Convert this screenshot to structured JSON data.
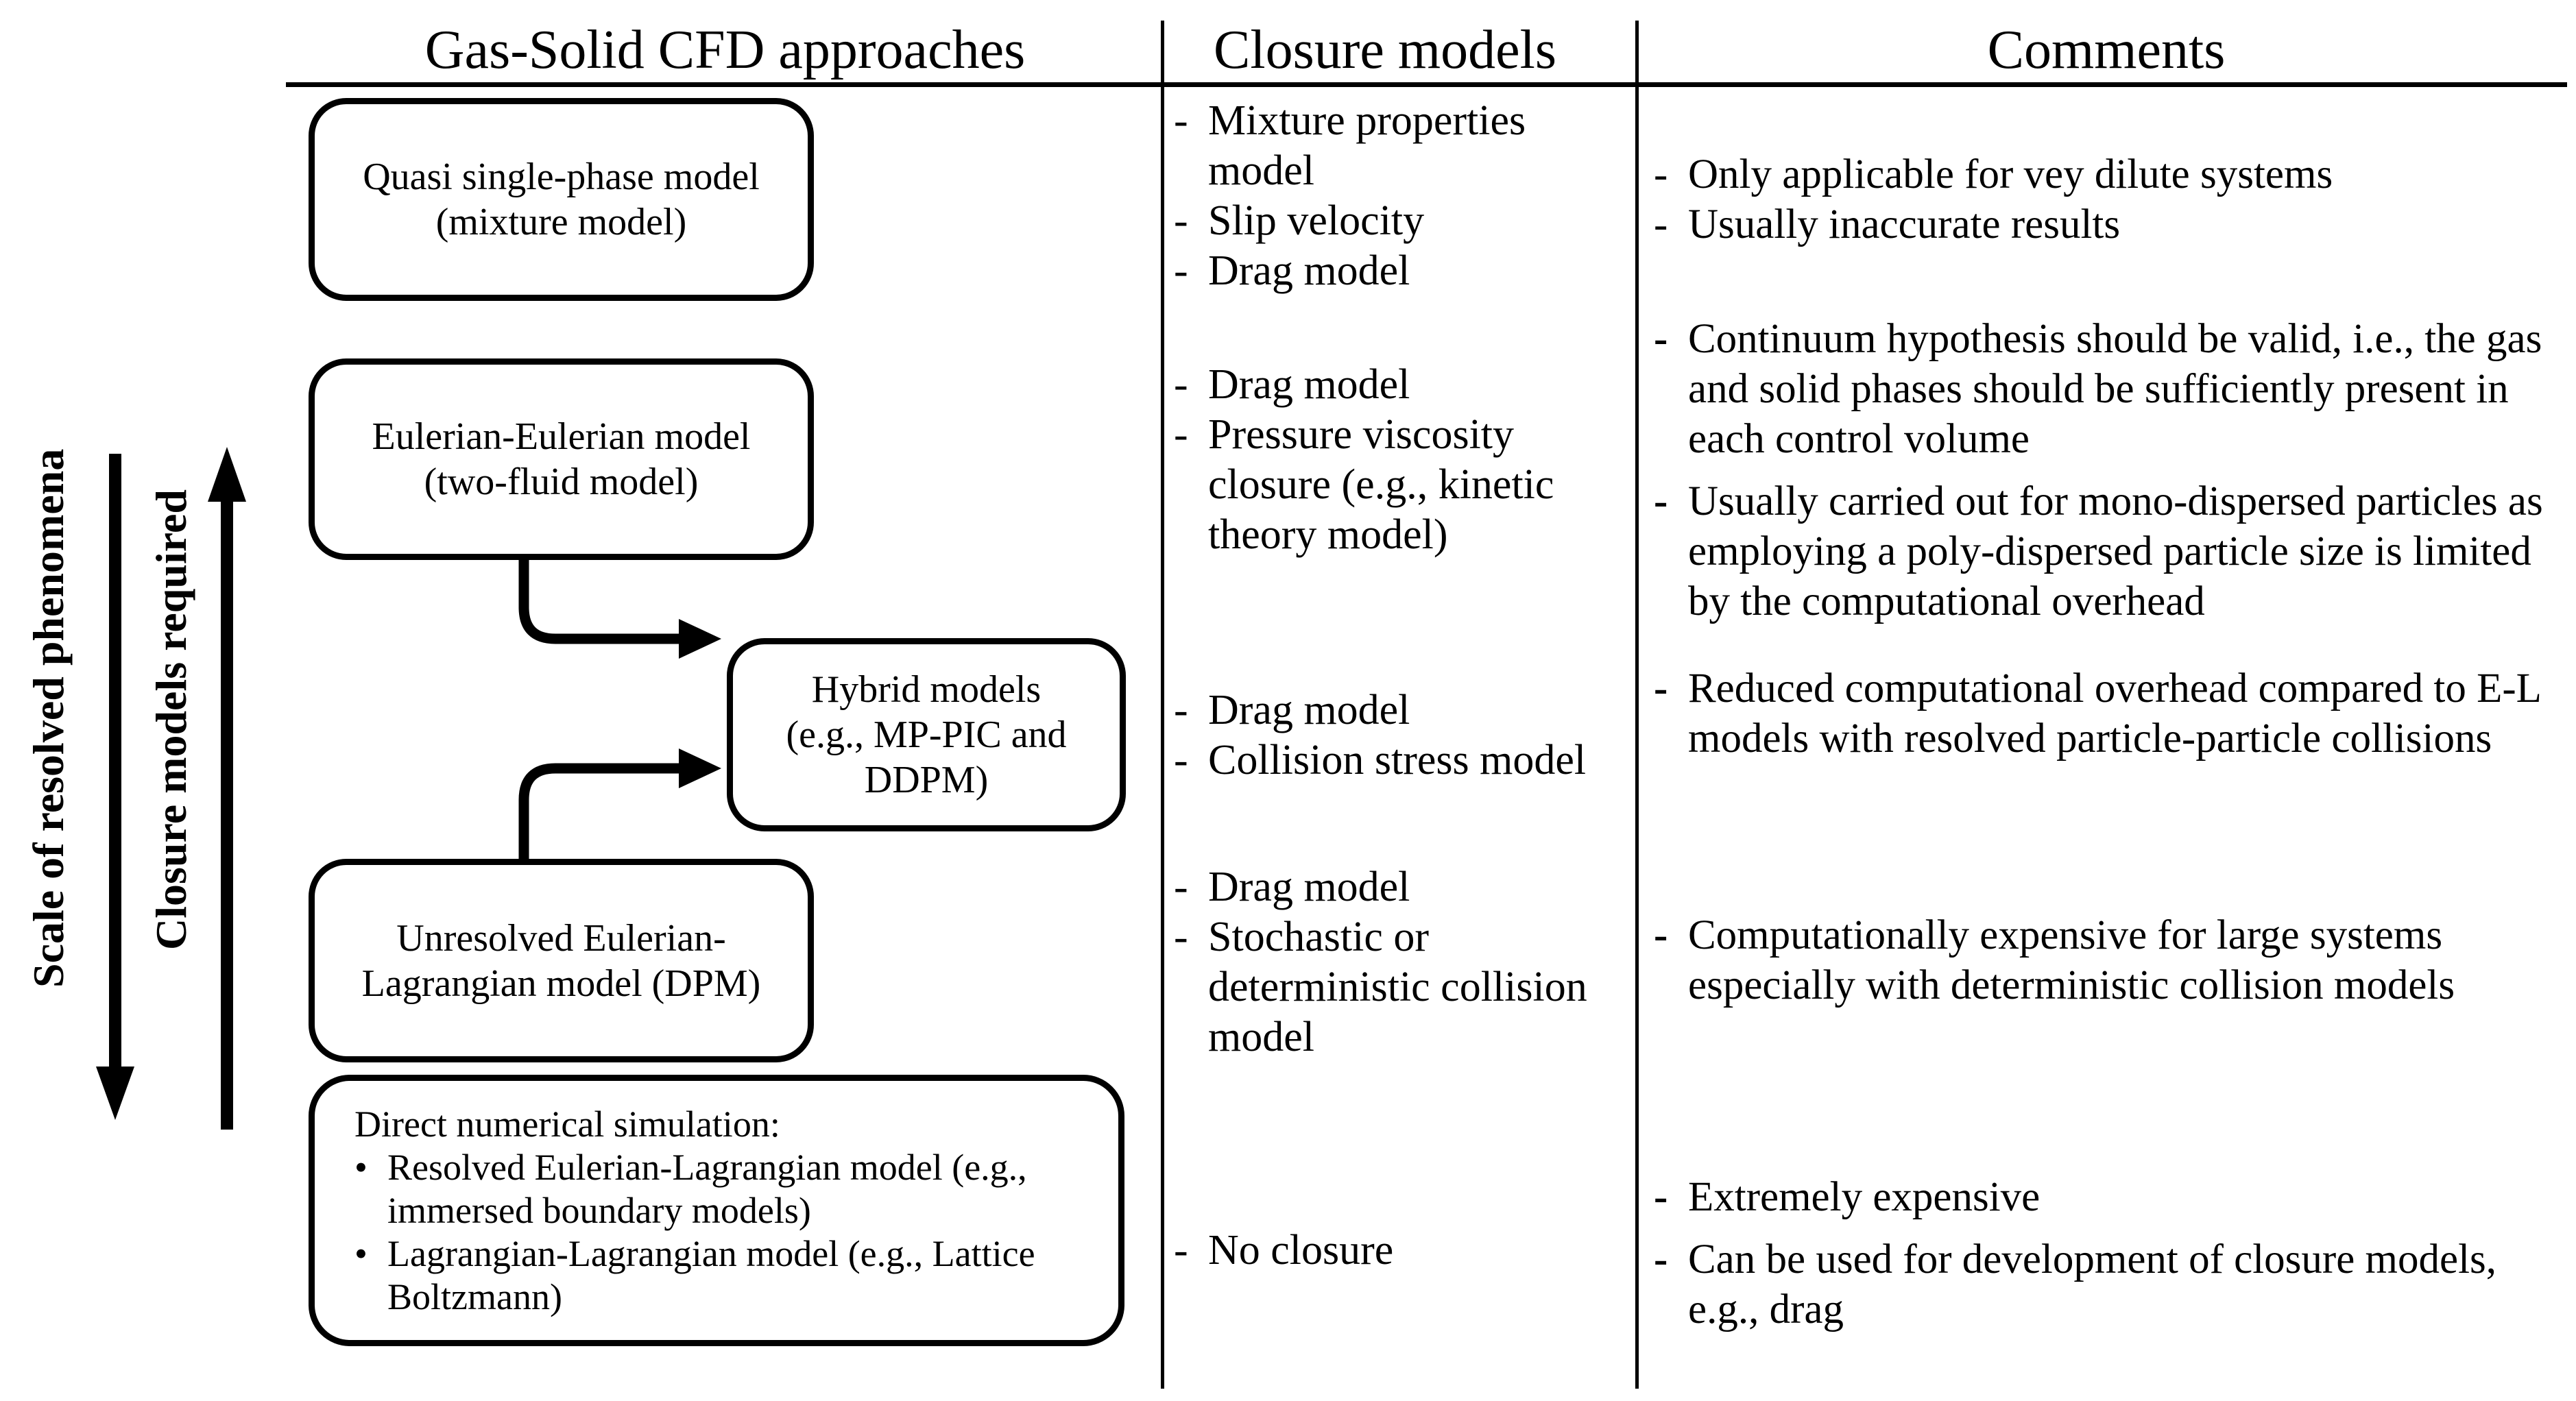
{
  "glyphs": {
    "dash": "-",
    "bullet": "•"
  },
  "headers": {
    "approaches": "Gas-Solid CFD approaches",
    "closure": "Closure models",
    "comments": "Comments"
  },
  "left_rail": {
    "scale_label": "Scale of resolved phenomena",
    "closure_label": "Closure models required"
  },
  "flowchart": {
    "quasi": {
      "lines": [
        "Quasi single-phase model",
        "(mixture model)"
      ]
    },
    "eulerian": {
      "lines": [
        "Eulerian-Eulerian model",
        "(two-fluid model)"
      ]
    },
    "hybrid": {
      "lines": [
        "Hybrid models",
        "(e.g., MP-PIC and",
        "DDPM)"
      ]
    },
    "unresolved": {
      "lines": [
        "Unresolved Eulerian-",
        "Lagrangian model (DPM)"
      ]
    },
    "dns": {
      "title": "Direct numerical simulation:",
      "bullets": [
        "Resolved Eulerian-Lagrangian model (e.g., immersed boundary models)",
        "Lagrangian-Lagrangian model (e.g., Lattice Boltzmann)"
      ]
    }
  },
  "closure_models": {
    "quasi": [
      "Mixture properties model",
      "Slip velocity",
      "Drag model"
    ],
    "eulerian": [
      "Drag model",
      "Pressure viscosity closure (e.g., kinetic theory model)"
    ],
    "hybrid": [
      "Drag model",
      "Collision stress model"
    ],
    "unresolved": [
      "Drag model",
      "Stochastic or deterministic collision model"
    ],
    "dns": [
      "No closure"
    ]
  },
  "comments": {
    "quasi": [
      "Only applicable for vey dilute systems",
      "Usually inaccurate results"
    ],
    "eulerian": [
      "Continuum hypothesis should be valid, i.e., the gas and solid phases should be sufficiently present in each control volume",
      "Usually carried out for mono-dispersed particles as employing a poly-dispersed particle size is limited by the computational overhead"
    ],
    "hybrid": [
      "Reduced computational overhead compared to E-L models with resolved particle-particle collisions"
    ],
    "unresolved": [
      "Computationally expensive for large systems especially with deterministic collision models"
    ],
    "dns": [
      "Extremely expensive",
      "Can be used for development of closure models, e.g., drag"
    ]
  },
  "colors": {
    "ink": "#000000",
    "background": "#ffffff"
  }
}
